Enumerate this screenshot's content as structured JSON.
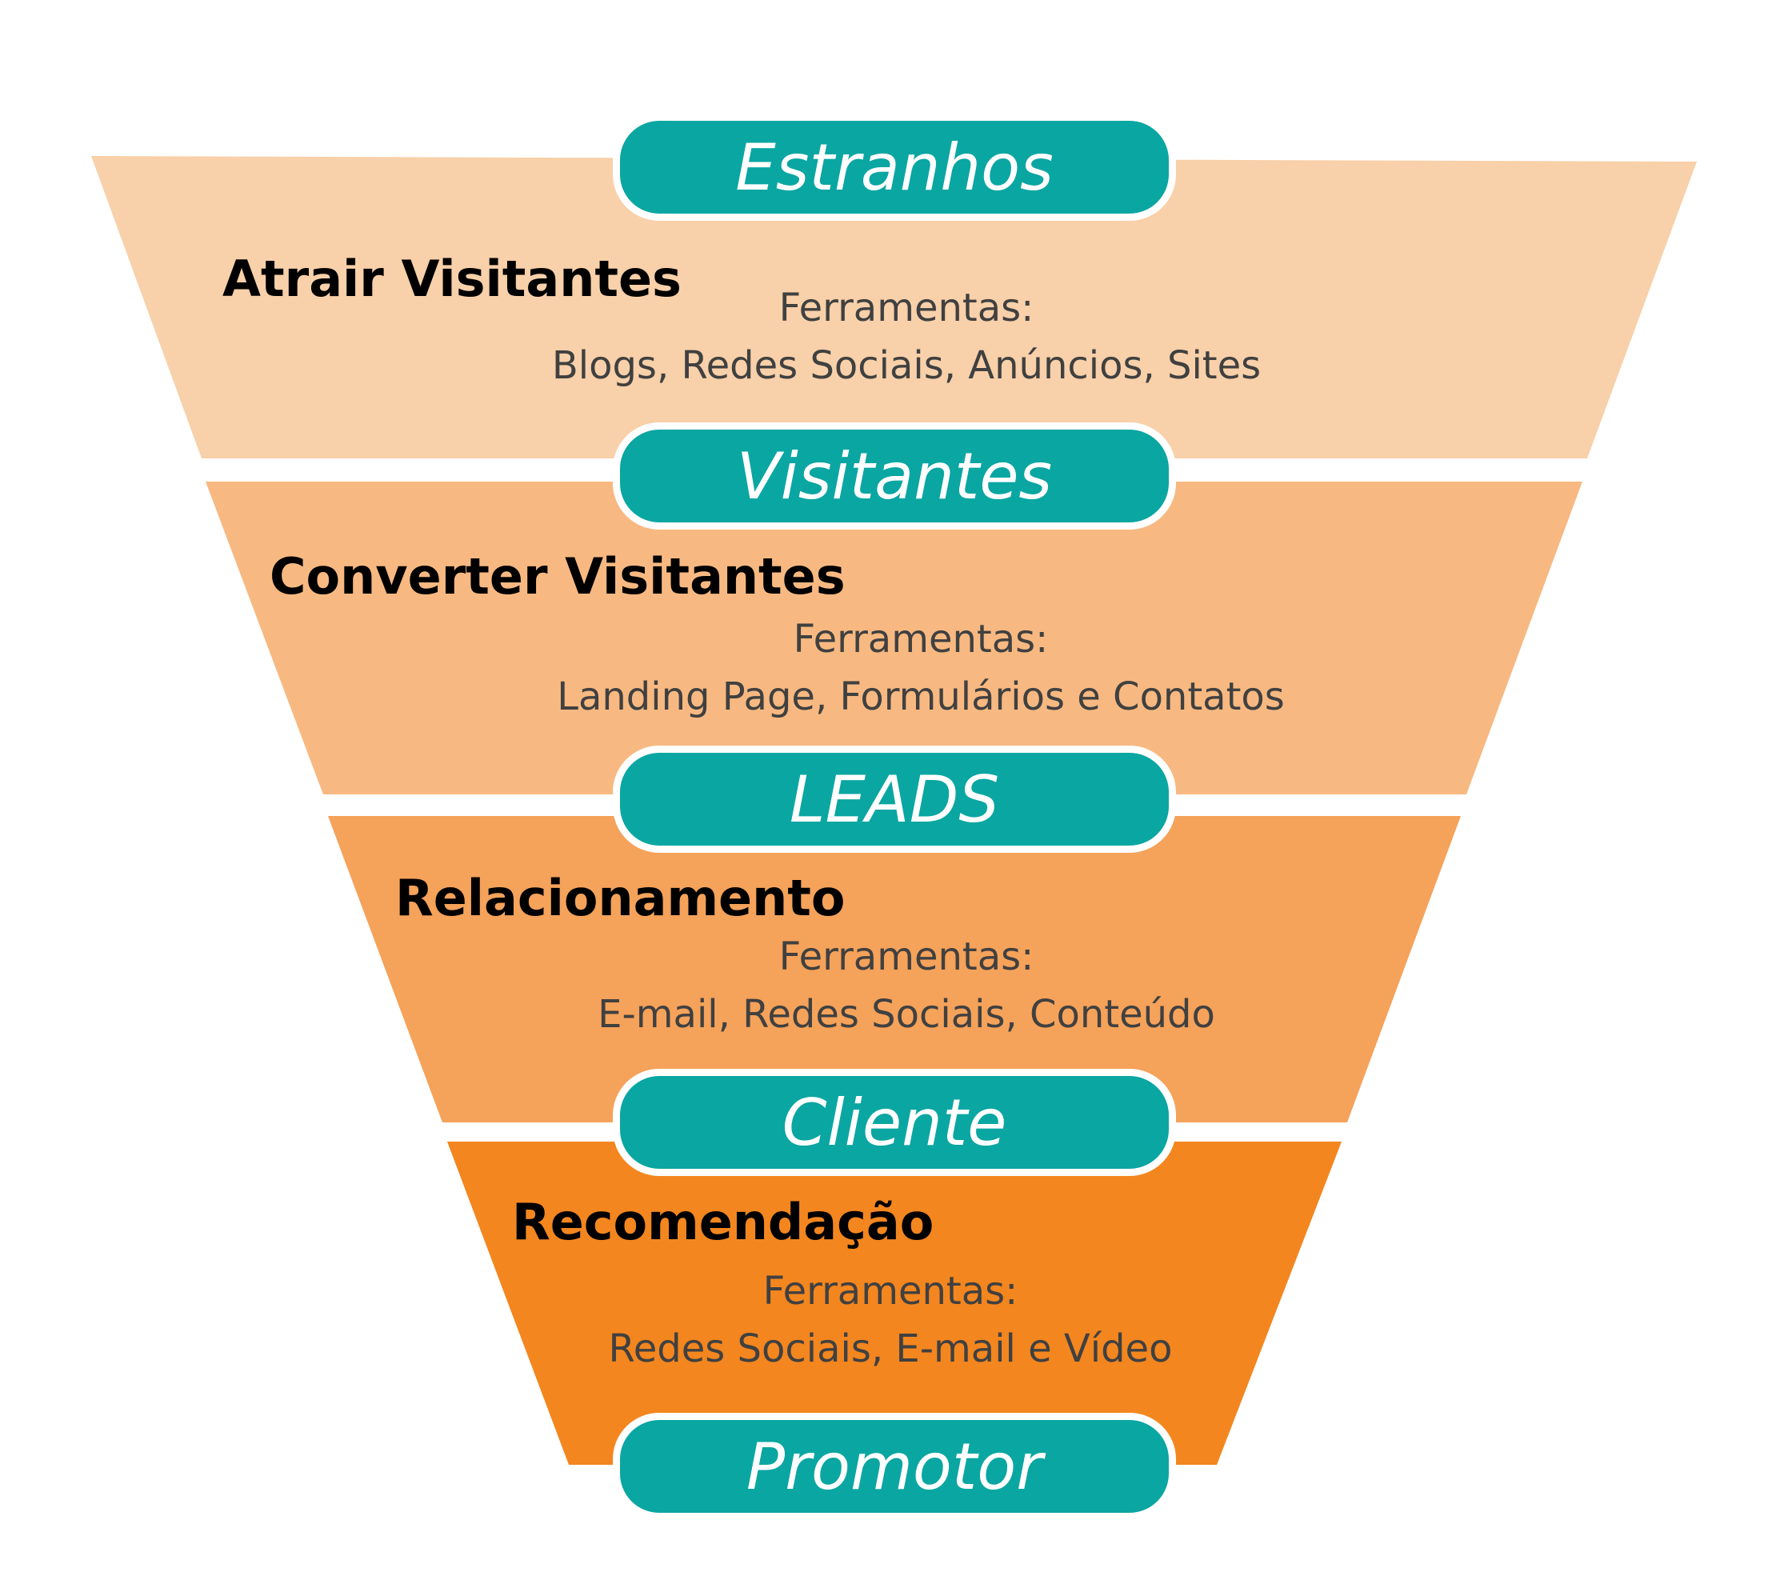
{
  "colors": {
    "band1": "#f8d0a9",
    "band2": "#f7b981",
    "band3": "#f5a25a",
    "band4": "#f3861f",
    "pill": "#0aa6a2",
    "pill_text": "#ffffff",
    "title_text": "#000000",
    "tools_text": "#404040"
  },
  "funnel": {
    "labels": [
      "Estranhos",
      "Visitantes",
      "LEADS",
      "Cliente",
      "Promotor"
    ],
    "stages": [
      {
        "title": "Atrair Visitantes",
        "tools_label": "Ferramentas:",
        "tools": "Blogs, Redes Sociais, Anúncios, Sites"
      },
      {
        "title": "Converter Visitantes",
        "tools_label": "Ferramentas:",
        "tools": "Landing Page, Formulários e Contatos"
      },
      {
        "title": "Relacionamento",
        "tools_label": "Ferramentas:",
        "tools": "E-mail, Redes Sociais, Conteúdo"
      },
      {
        "title": "Recomendação",
        "tools_label": "Ferramentas:",
        "tools": "Redes Sociais, E-mail e Vídeo"
      }
    ]
  }
}
